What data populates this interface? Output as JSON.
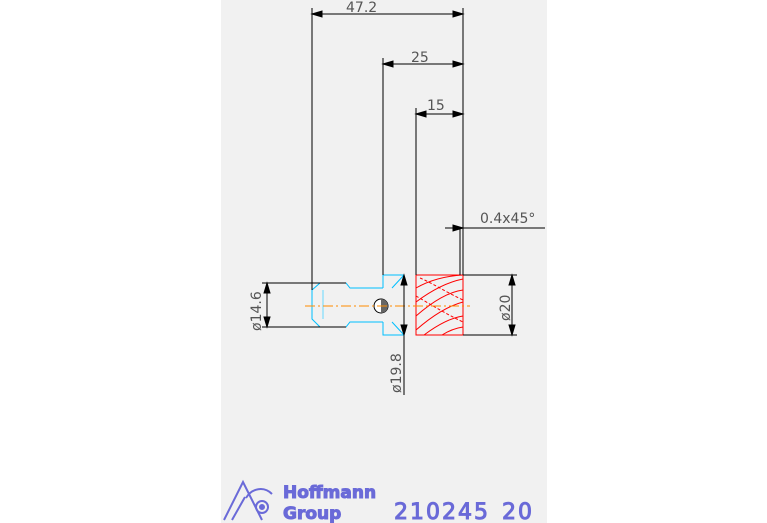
{
  "drawing": {
    "dimensions": {
      "overall_length": "47.2",
      "flute_length_25": "25",
      "flute_length_15": "15",
      "chamfer": "0.4x45°",
      "shank_diameter": "ø14.6",
      "neck_diameter": "ø19.8",
      "cutting_diameter": "ø20"
    }
  },
  "title_block": {
    "logo_line1": "Hoffmann",
    "logo_line2": "Group",
    "part_number": "210245",
    "size": "20"
  },
  "colors": {
    "sheet_background": "#f1f1f1",
    "dimension_lines": "#000000",
    "shank_outline": "#00bfff",
    "cutting_outline": "#ff0000",
    "logo": "#6a6ad8"
  }
}
